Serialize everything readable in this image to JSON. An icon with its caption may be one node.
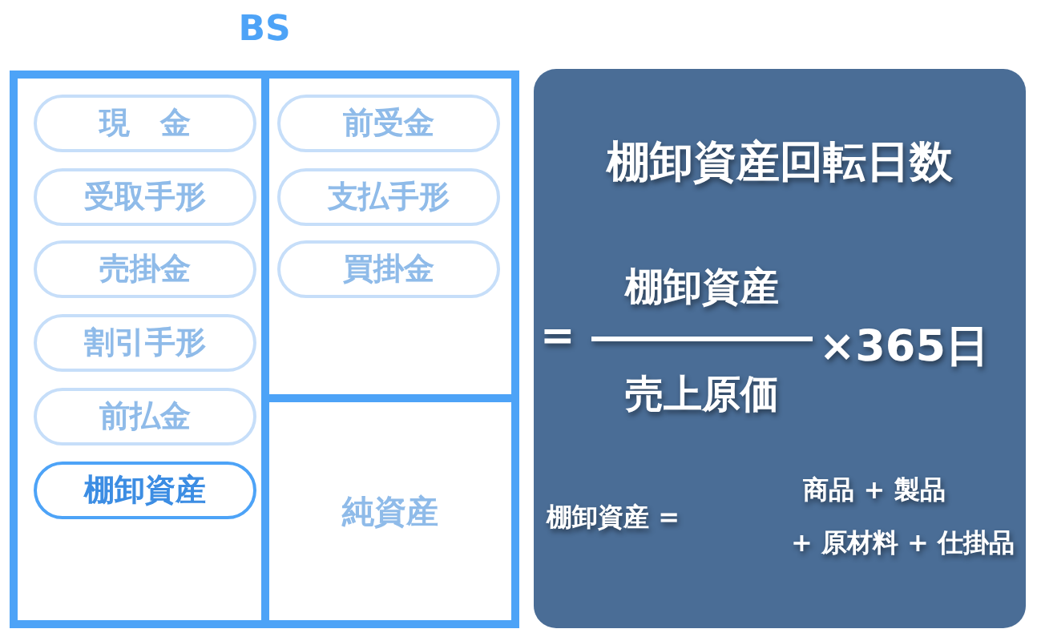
{
  "diagram": {
    "nodes": [
      {
        "text": [
          "BS"
        ]
      },
      {
        "text": [],
        "shape": "box",
        "in": 0
      },
      {
        "text": [
          "現　金"
        ],
        "in": 1
      },
      {
        "text": [
          "受取手形"
        ],
        "in": 1
      },
      {
        "text": [
          "売掛金"
        ],
        "in": 1
      },
      {
        "text": [
          "割引手形"
        ],
        "in": 1
      },
      {
        "text": [
          "前払金"
        ],
        "in": 1
      },
      {
        "text": [
          "棚卸資産"
        ],
        "in": 1
      },
      {
        "text": [],
        "shape": "box",
        "in": 0
      },
      {
        "text": [
          "前受金"
        ],
        "in": 8
      },
      {
        "text": [
          "支払手形"
        ],
        "in": 8
      },
      {
        "text": [
          "買掛金"
        ],
        "in": 8
      },
      {
        "text": [
          "純資産"
        ],
        "in": 0
      },
      {
        "text": [
          "棚卸資産回転日数",
          "=",
          "棚卸資産",
          "売上原価",
          "×365日",
          "棚卸資産 =",
          "商品 + 製品",
          "+ 原材料 + 仕掛品"
        ]
      }
    ]
  }
}
